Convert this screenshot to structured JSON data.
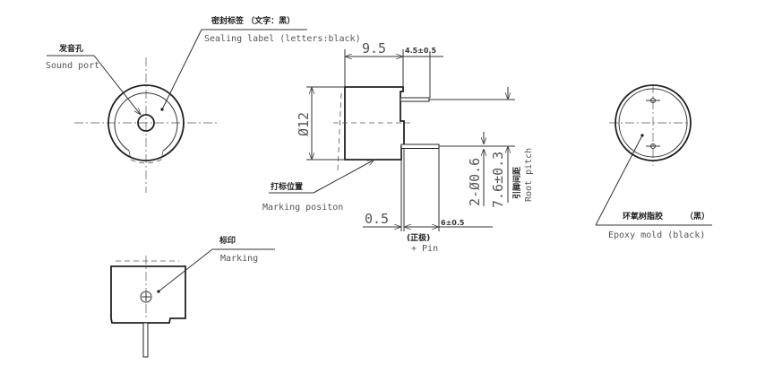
{
  "front_view": {
    "sound_port_cn": "发音孔",
    "sound_port_en": "Sound port",
    "sealing_label_cn": "密封标签 （文字：黑）",
    "sealing_label_en": "Sealing label (letters:black)"
  },
  "side_view": {
    "dim_length": "9.5",
    "dim_pin_length": "4.5±0.5",
    "dim_diameter": "Ø12",
    "dim_pin_diameter": "2-Ø0.6",
    "dim_pitch": "7.6±0.3",
    "pitch_cn": "引脚间距",
    "pitch_en": "Root pitch",
    "dim_offset": "0.5",
    "dim_pos_pin": "6±0.5",
    "pos_pin_cn": "(正极)",
    "pos_pin_en": "+ Pin",
    "marking_position_cn": "打标位置",
    "marking_position_en": "Marking positon"
  },
  "back_view": {
    "epoxy_cn": "环氧树脂胶",
    "epoxy_color_cn": "（黑）",
    "epoxy_en": "Epoxy mold (black)"
  },
  "bottom_view": {
    "marking_cn": "标印",
    "marking_en": "Marking"
  }
}
